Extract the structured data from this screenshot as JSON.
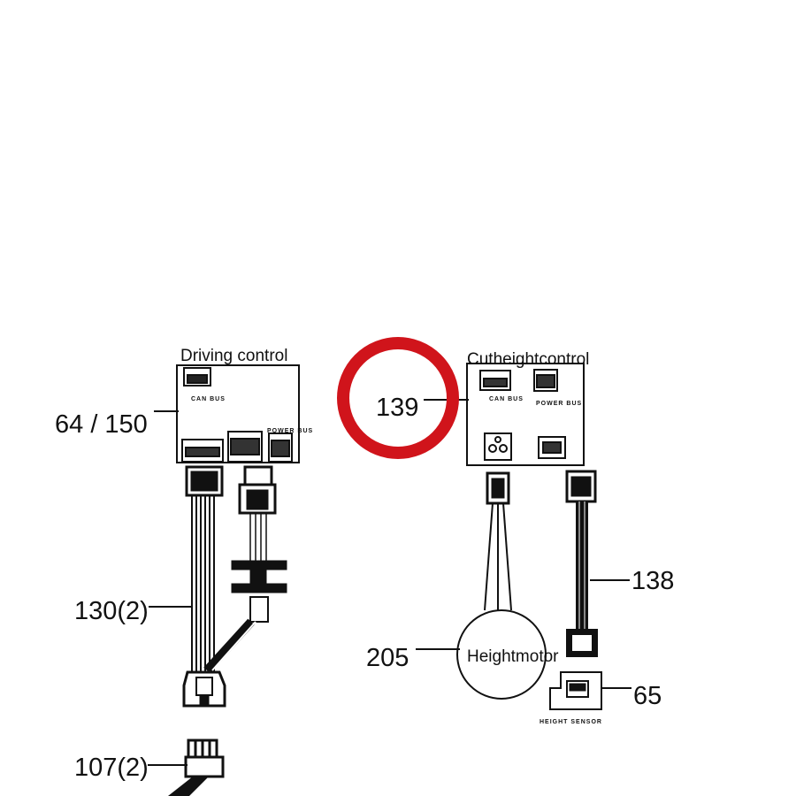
{
  "labels": {
    "driving_control": "Driving control",
    "cut_height_control": "Cutheightcontrol",
    "can_bus_1": "CAN BUS",
    "power_bus_1": "POWER BUS",
    "can_bus_2": "CAN BUS",
    "power_bus_2": "POWER BUS",
    "height_motor": "Heightmotor",
    "height_sensor": "HEIGHT SENSOR"
  },
  "callouts": {
    "c64_150": "64 / 150",
    "c139": "139",
    "c130": "130(2)",
    "c138": "138",
    "c205": "205",
    "c65": "65",
    "c107": "107(2)"
  },
  "colors": {
    "line": "#111111",
    "highlight_ring": "#d0141b",
    "background": "#ffffff"
  }
}
